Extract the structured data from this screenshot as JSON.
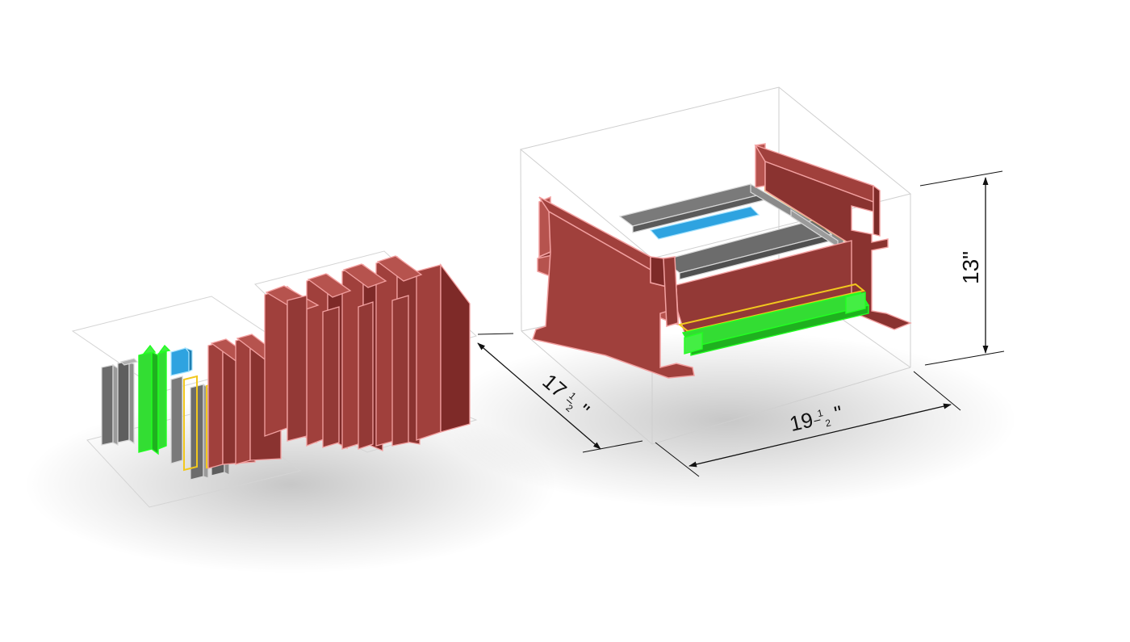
{
  "dimensions": {
    "depth": {
      "whole": "17",
      "num": "1",
      "den": "2",
      "unit": "\""
    },
    "width": {
      "whole": "19",
      "num": "1",
      "den": "2",
      "unit": "\""
    },
    "height": {
      "whole": "13",
      "unit": "\""
    }
  },
  "colors": {
    "extrusion_red": "#a0403c",
    "extrusion_red_dark": "#7e2a28",
    "extrusion_red_light": "#b6534e",
    "edge_highlight": "#f2a0a0",
    "profile_gray": "#6c6c6c",
    "profile_gray_light": "#9a9a9a",
    "profile_green": "#33dd33",
    "profile_blue": "#2ea3e0",
    "profile_yellow": "#f2c81e",
    "bounding_box": "#cfcfcf",
    "dimension_line": "#111111"
  }
}
